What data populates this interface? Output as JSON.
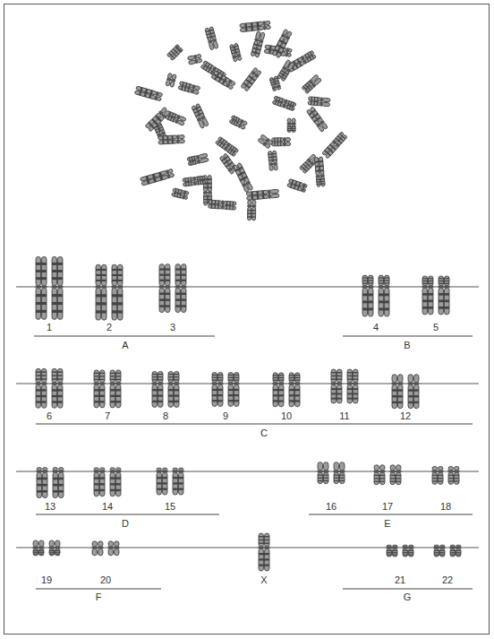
{
  "diagram": {
    "labels": [
      "1",
      "2",
      "3",
      "A",
      "4",
      "5",
      "B",
      "6",
      "7",
      "8",
      "9",
      "10",
      "11",
      "12",
      "C",
      "13",
      "14",
      "15",
      "D",
      "16",
      "17",
      "18",
      "E",
      "19",
      "20",
      "F",
      "X",
      "21",
      "22",
      "G"
    ]
  }
}
